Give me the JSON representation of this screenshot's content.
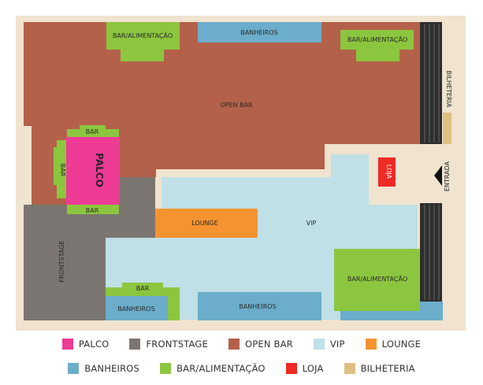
{
  "colors": {
    "background": "#f0e3cf",
    "palco": "#ee3b96",
    "frontstage": "#7b7671",
    "open_bar": "#b3614a",
    "vip": "#bfe0e6",
    "lounge": "#f59331",
    "banheiros": "#6badca",
    "bar_alimentacao": "#8cc63f",
    "loja": "#ee2a24",
    "bilheteria": "#e0bf82",
    "gates": "#333333"
  },
  "labels": {
    "open_bar": "OPEN BAR",
    "vip": "VIP",
    "lounge": "LOUNGE",
    "frontstage": "FRONTSTAGE",
    "palco": "PALCO",
    "bar": "BAR",
    "bar_alimentacao": "BAR/ALIMENTAÇÃO",
    "banheiros": "BANHEIROS",
    "loja": "LOJA",
    "bilheteria": "BILHETERIA",
    "entrada": "ENTRADA"
  },
  "legend": [
    [
      {
        "label": "PALCO",
        "color": "#ee3b96"
      },
      {
        "label": "FRONTSTAGE",
        "color": "#7b7671"
      },
      {
        "label": "OPEN BAR",
        "color": "#b3614a"
      },
      {
        "label": "VIP",
        "color": "#bfe0e6"
      },
      {
        "label": "LOUNGE",
        "color": "#f59331"
      }
    ],
    [
      {
        "label": "BANHEIROS",
        "color": "#6badca"
      },
      {
        "label": "BAR/ALIMENTAÇÃO",
        "color": "#8cc63f"
      },
      {
        "label": "LOJA",
        "color": "#ee2a24"
      },
      {
        "label": "BILHETERIA",
        "color": "#e0bf82"
      }
    ]
  ]
}
